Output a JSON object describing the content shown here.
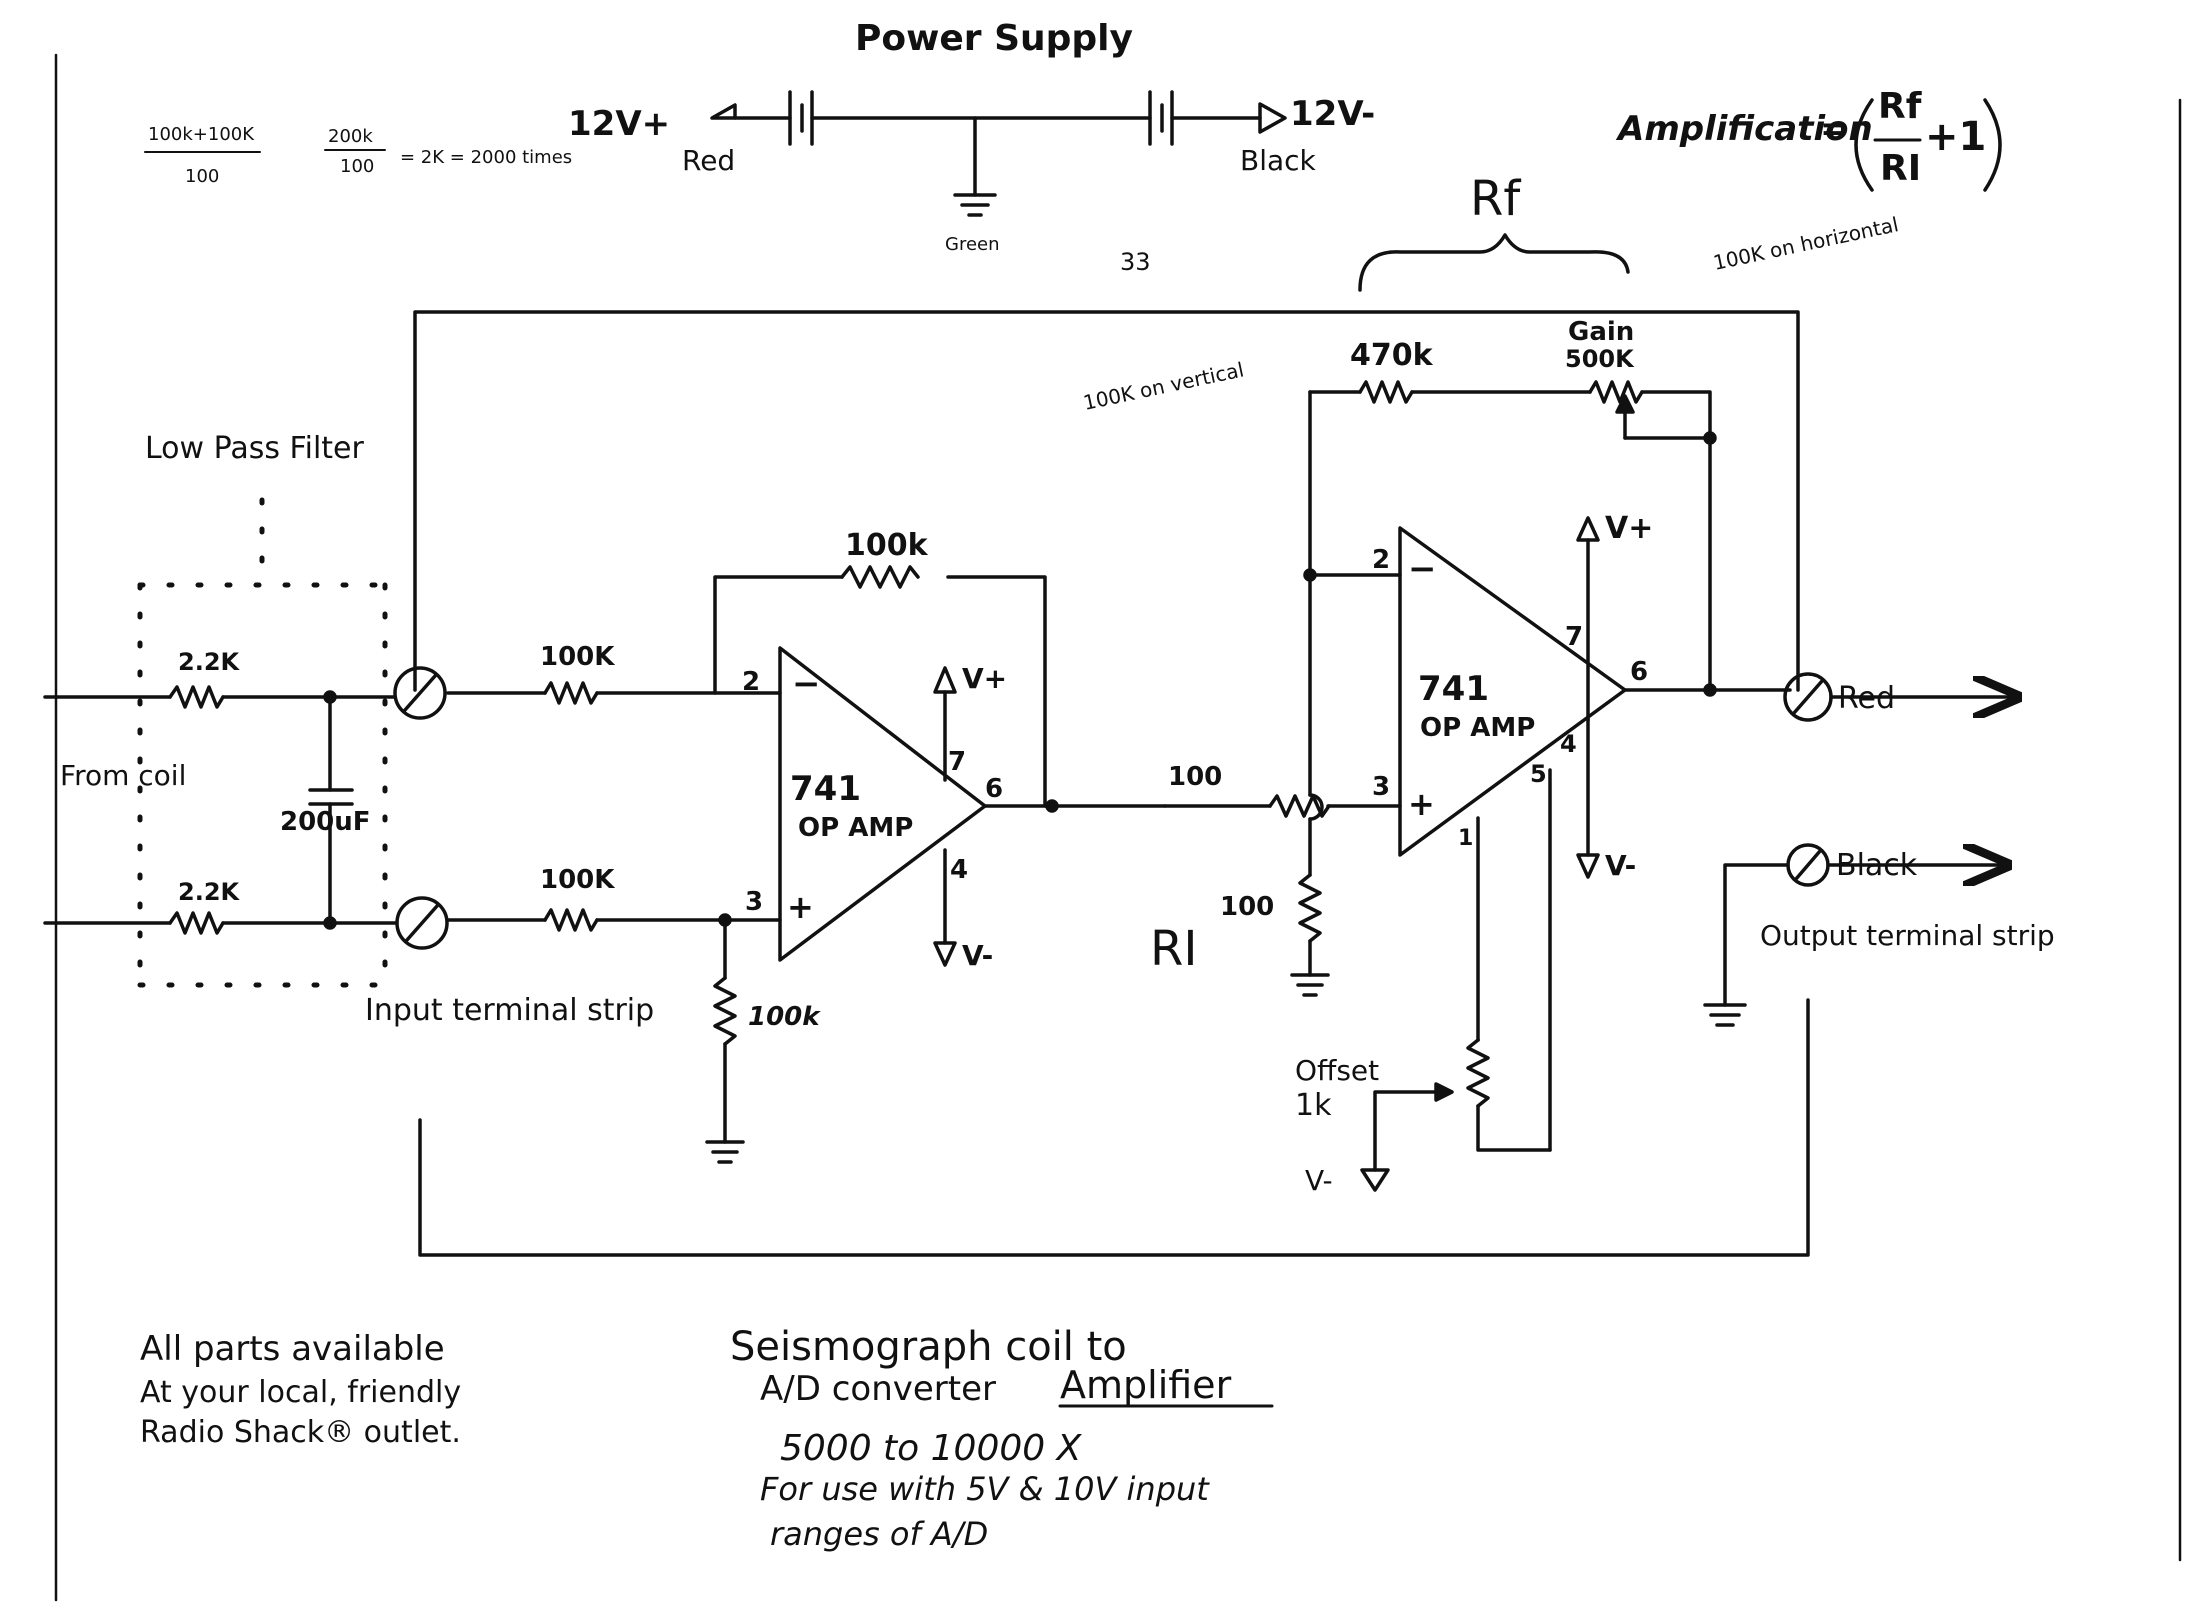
{
  "power_supply": {
    "title": "Power Supply",
    "positive_label": "12V+",
    "positive_color": "Red",
    "negative_label": "12V-",
    "negative_color": "Black",
    "ground_note": "Green",
    "note_33": "33"
  },
  "calc_note": {
    "numerator": "100k+100K",
    "denominator": "100",
    "frac2_num": "200k",
    "frac2_den": "100",
    "result": "= 2K = 2000 times"
  },
  "formula": {
    "lhs": "Amplification",
    "num": "Rf",
    "den": "RI",
    "plus": "+1"
  },
  "rf_label": "Rf",
  "ri_label": "RI",
  "notes": {
    "hundred_k_horizontal": "100K on horizontal",
    "hundred_k_vertical": "100K on vertical",
    "low_pass": "Low Pass Filter"
  },
  "input_stage": {
    "from_coil": "From coil",
    "r1": "2.2K",
    "r2": "2.2K",
    "cap": "200uF",
    "terminal": "Input terminal strip"
  },
  "amp1": {
    "r_in_top": "100K",
    "r_in_bottom": "100K",
    "r_feedback": "100k",
    "r_ground": "100k",
    "pin_minus": "2",
    "pin_plus": "3",
    "pin_out": "6",
    "pin_vplus": "7",
    "pin_vminus": "4",
    "vplus": "V+",
    "vminus": "V-",
    "name": "741",
    "type": "OP AMP"
  },
  "amp2": {
    "r_series": "100",
    "r_ri": "100",
    "r_feedback": "470k",
    "gain_label": "Gain",
    "gain_value": "500K",
    "pin_minus": "2",
    "pin_plus": "3",
    "pin_out": "6",
    "pin_vplus": "7",
    "pin_vminus": "4",
    "pin_offset1": "1",
    "pin_offset5": "5",
    "vplus": "V+",
    "vminus": "V-",
    "name": "741",
    "type": "OP AMP",
    "offset_label": "Offset",
    "offset_value": "1k",
    "offset_vminus": "V-"
  },
  "output": {
    "red": "Red",
    "black": "Black",
    "terminal": "Output terminal strip"
  },
  "parts_note": [
    "All parts available",
    "At your local, friendly",
    "Radio Shack® outlet."
  ],
  "title_block": {
    "line1": "Seismograph coil  to",
    "line2a": "A/D converter",
    "line2b": "Amplifier",
    "line3": "5000 to 10000 X",
    "line4": "For use with 5V & 10V input",
    "line5": "ranges of A/D"
  }
}
